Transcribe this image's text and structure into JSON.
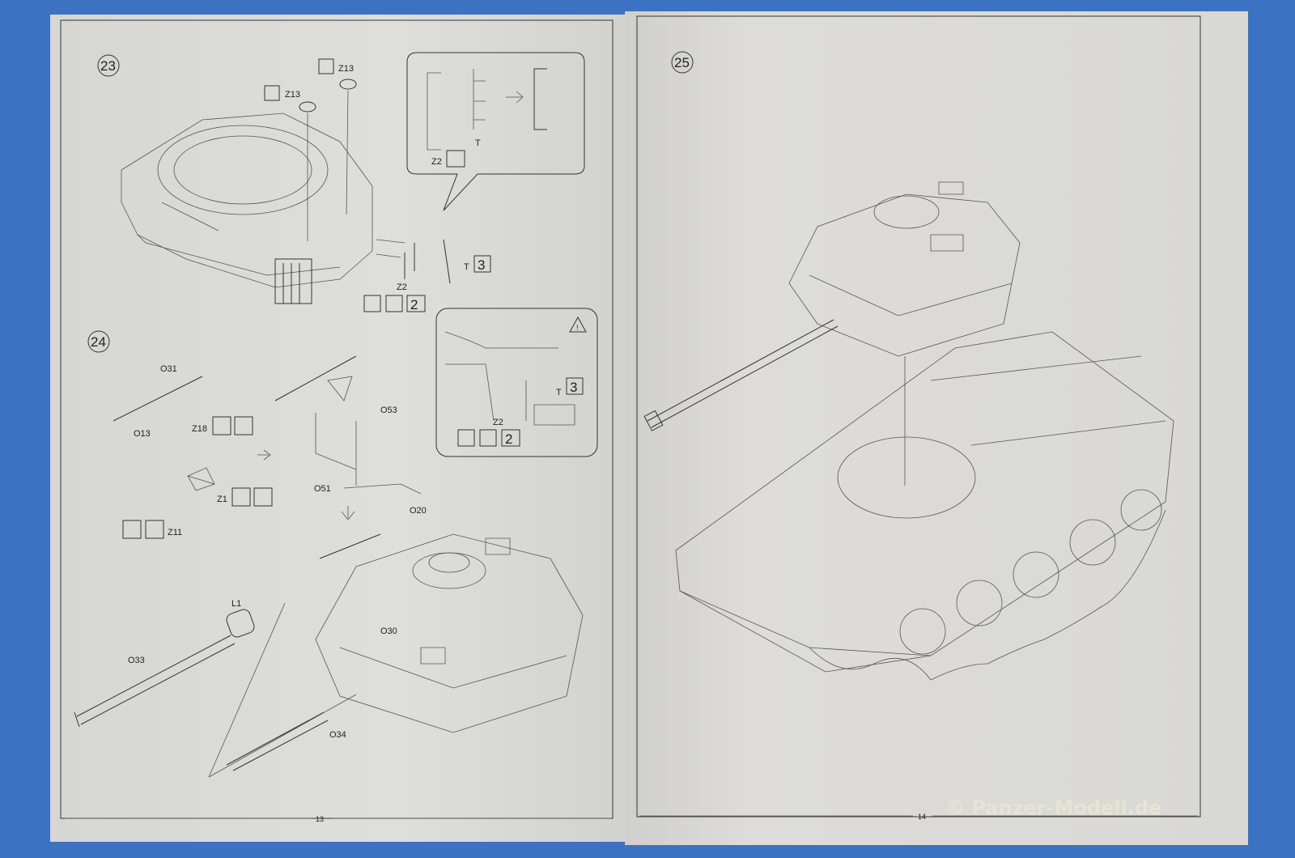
{
  "left_page": {
    "page_number": "13",
    "step23": {
      "step_number": "23",
      "labels": [
        "Z13",
        "Z13",
        "T",
        "Z2",
        "Z2",
        "T"
      ],
      "counts": [
        "3",
        "2"
      ],
      "inset_labels": {
        "part": "T",
        "part2": "Z2"
      }
    },
    "step24": {
      "step_number": "24",
      "labels": [
        "O31",
        "O13",
        "Z18",
        "Z1",
        "Z11",
        "O53",
        "O51",
        "O20",
        "L1",
        "O33",
        "O30",
        "O34"
      ],
      "inset_labels": {
        "part": "T",
        "part2": "Z2"
      },
      "counts": [
        "3",
        "2"
      ]
    }
  },
  "right_page": {
    "page_number": "14",
    "step25": {
      "step_number": "25"
    }
  },
  "watermark": "© Panzer-Modell.de",
  "colors": {
    "background": "#3b73c2",
    "paper": "#dcdcd8",
    "ink": "#333333"
  }
}
